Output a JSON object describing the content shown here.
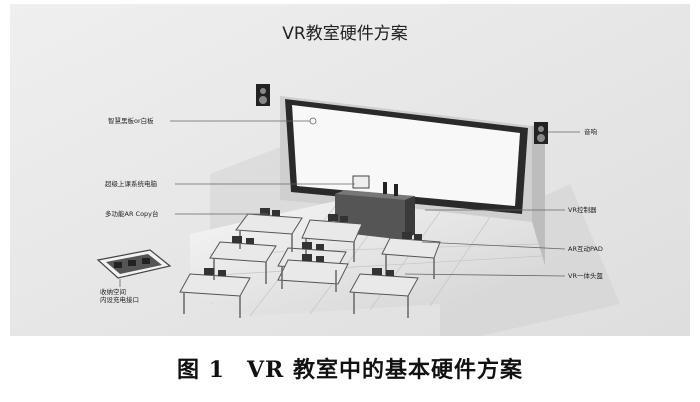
{
  "figure": {
    "title": "VR教室硬件方案",
    "labels": {
      "smart_board": "智慧黑板or白板",
      "speaker": "音响",
      "teacher_pc": "超级上课系统电脑",
      "ar_copy": "多功能AR Copy台",
      "vr_controller": "VR控制器",
      "ar_pad": "AR互动PAD",
      "vr_headset": "VR一体头盔",
      "charging_cart": "收纳空间\n内设充电接口"
    }
  },
  "caption": {
    "figure_no": "图 1",
    "text": "VR 教室中的基本硬件方案"
  },
  "colors": {
    "background": "#ffffff",
    "panel": "#e6e6e6",
    "board_frame": "#2a2a2a",
    "line": "#666666"
  }
}
